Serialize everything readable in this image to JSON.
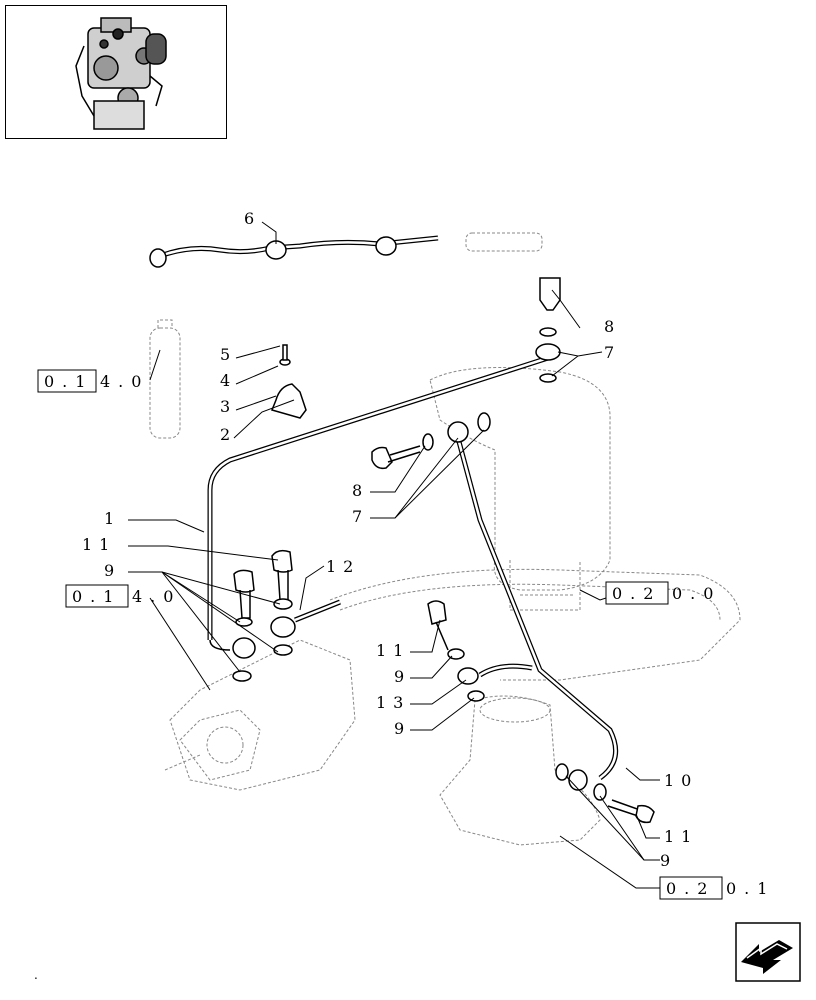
{
  "labels": {
    "l1": "1",
    "l2": "2",
    "l3": "3",
    "l4": "4",
    "l5": "5",
    "l6": "6",
    "l7a": "7",
    "l7b": "7",
    "l8a": "8",
    "l8b": "8",
    "l9a": "9",
    "l9b": "9",
    "l9c": "9",
    "l9d": "9",
    "l10": "10",
    "l11a": "11",
    "l11b": "11",
    "l11c": "11",
    "l12": "12",
    "l13": "13"
  },
  "refs": {
    "r1_box": "0.1",
    "r1_rest": "4.0",
    "r2_box": "0.1",
    "r2_rest": "4.0",
    "r3_box": "0.2",
    "r3_rest": "0.0",
    "r4_box": "0.2",
    "r4_rest": "0.1"
  },
  "footer": {
    "dot": "."
  },
  "icons": [
    "engine-thumbnail-icon",
    "next-page-arrow-icon"
  ]
}
